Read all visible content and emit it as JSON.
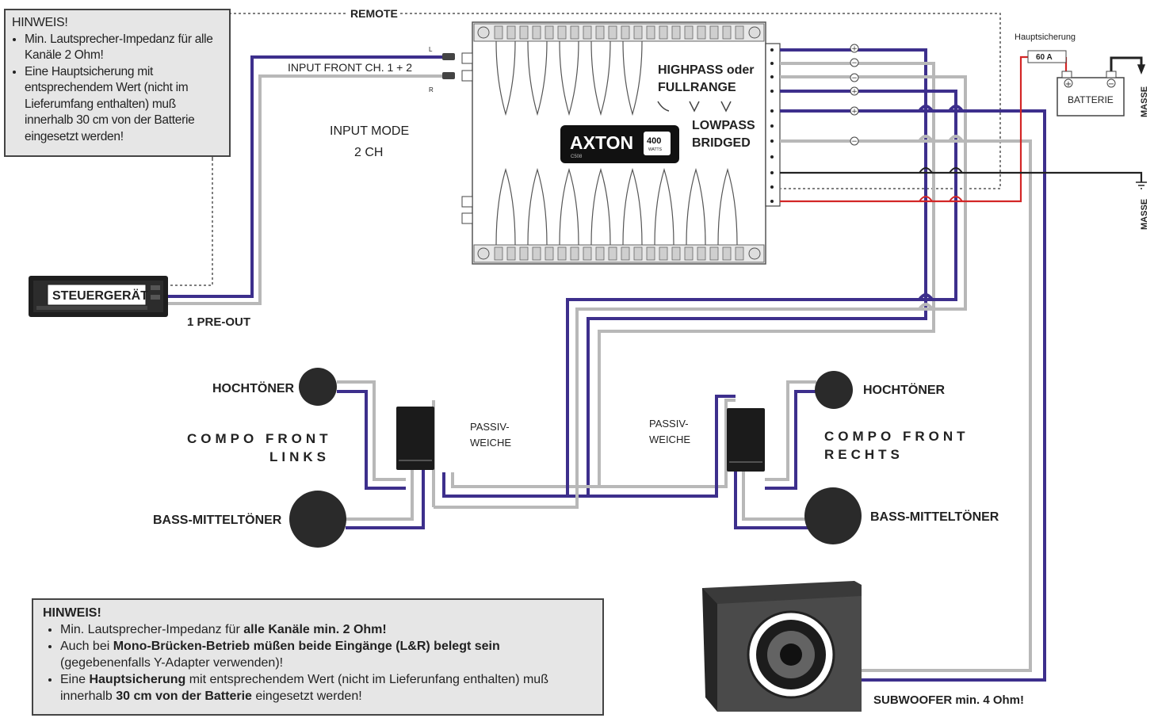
{
  "note_top": {
    "title": "HINWEIS!",
    "items": [
      "Min. Lautsprecher-Impedanz für alle Kanäle 2 Ohm!",
      "Eine Hauptsicherung mit entsprechendem Wert (nicht im Lieferumfang enthalten) muß innerhalb 30 cm von der Batterie eingesetzt werden!"
    ]
  },
  "note_bottom": {
    "title": "HINWEIS!",
    "item1_pre": "Min. Lautsprecher-Impedanz für ",
    "item1_bold": "alle Kanäle min. 2 Ohm!",
    "item2_pre": "Auch bei ",
    "item2_bold": "Mono-Brücken-Betrieb müßen beide Eingänge (L&R) belegt sein",
    "item2_post": "(gegebenenfalls Y-Adapter verwenden)!",
    "item3_pre": "Eine ",
    "item3_bold1": "Hauptsicherung",
    "item3_mid": " mit entsprechendem Wert (nicht im Lieferunfang enthalten) muß innerhalb ",
    "item3_bold2": "30 cm von der Batterie",
    "item3_post": " eingesetzt werden!"
  },
  "labels": {
    "remote": "REMOTE",
    "input_front": "INPUT FRONT  CH. 1 + 2",
    "input_l": "L",
    "input_r": "R",
    "input_mode": "INPUT MODE",
    "input_mode_value": "2 CH",
    "highpass": "HIGHPASS oder",
    "fullrange": "FULLRANGE",
    "lowpass": "LOWPASS",
    "bridged": "BRIDGED",
    "steuergeraet": "STEUERGERÄT",
    "pre_out": "1 PRE-OUT",
    "hauptsicherung": "Hauptsicherung",
    "fuse_value": "60 A",
    "batterie": "BATTERIE",
    "masse": "MASSE",
    "hochtoener": "HOCHTÖNER",
    "compo_front": "COMPO FRONT",
    "links": "LINKS",
    "rechts": "RECHTS",
    "passiv": "PASSIV-",
    "weiche": "WEICHE",
    "bass_mittel": "BASS-MITTELTÖNER",
    "subwoofer": "SUBWOOFER min. 4 Ohm!"
  },
  "amp": {
    "brand": "AXTON",
    "model": "C508",
    "watts": "400",
    "watts_unit": "WATTS"
  },
  "colors": {
    "signal": "#3d2f8c",
    "plus": "#3d2f8c",
    "minus": "#b8b8b8",
    "power": "#d32626",
    "ground": "#222222"
  }
}
